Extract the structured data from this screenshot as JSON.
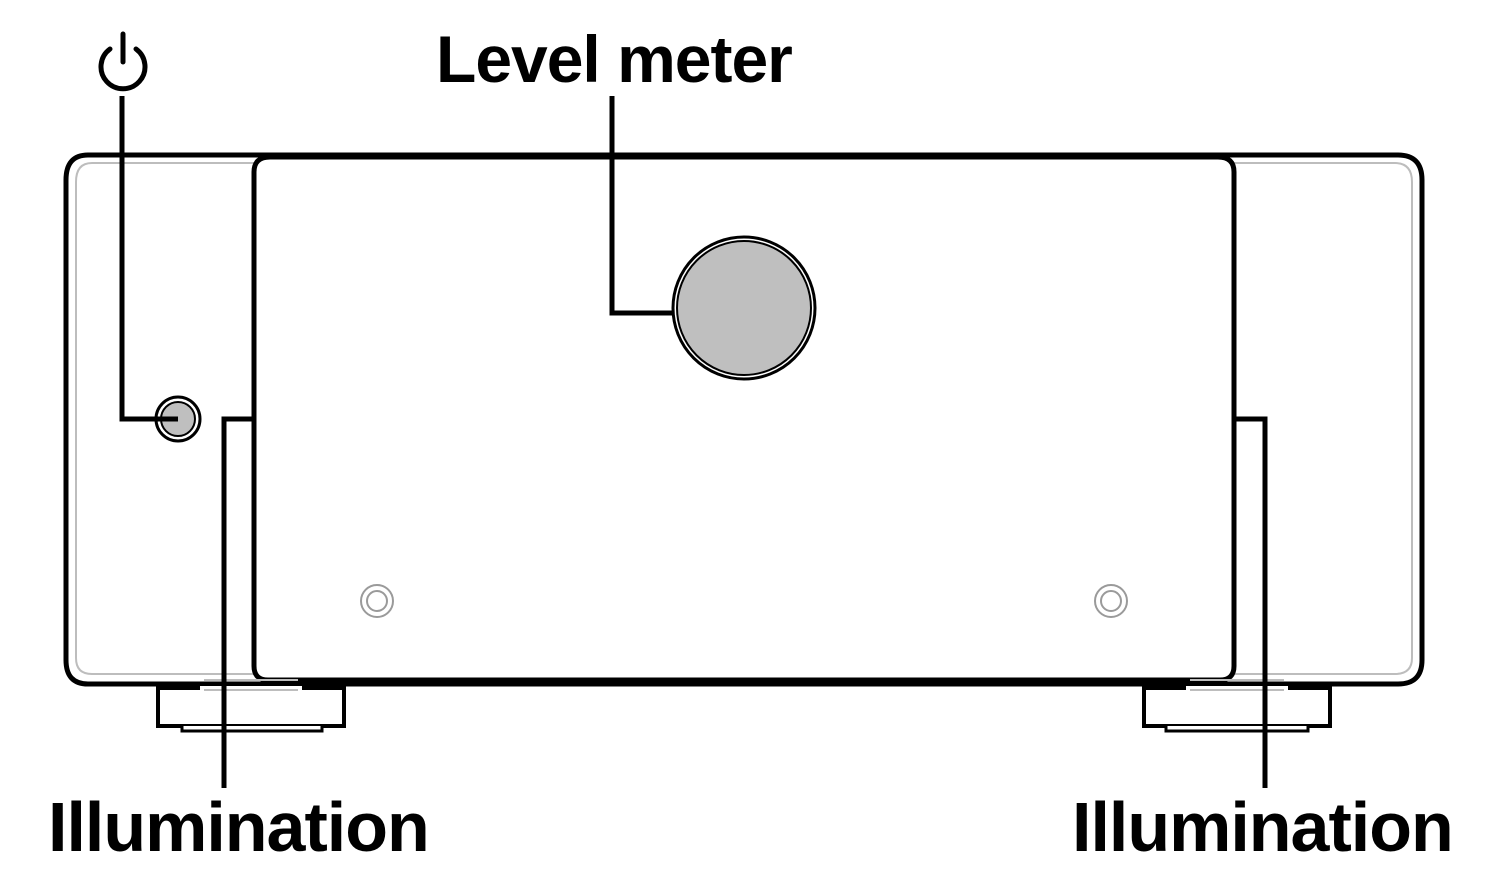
{
  "labels": {
    "level_meter": "Level meter",
    "illumination_left": "Illumination",
    "illumination_right": "Illumination"
  },
  "icons": {
    "power": "power-icon"
  },
  "colors": {
    "line": "#000000",
    "meter_fill": "#bfbfbf",
    "screw": "#9a9a9a",
    "background": "#ffffff"
  }
}
